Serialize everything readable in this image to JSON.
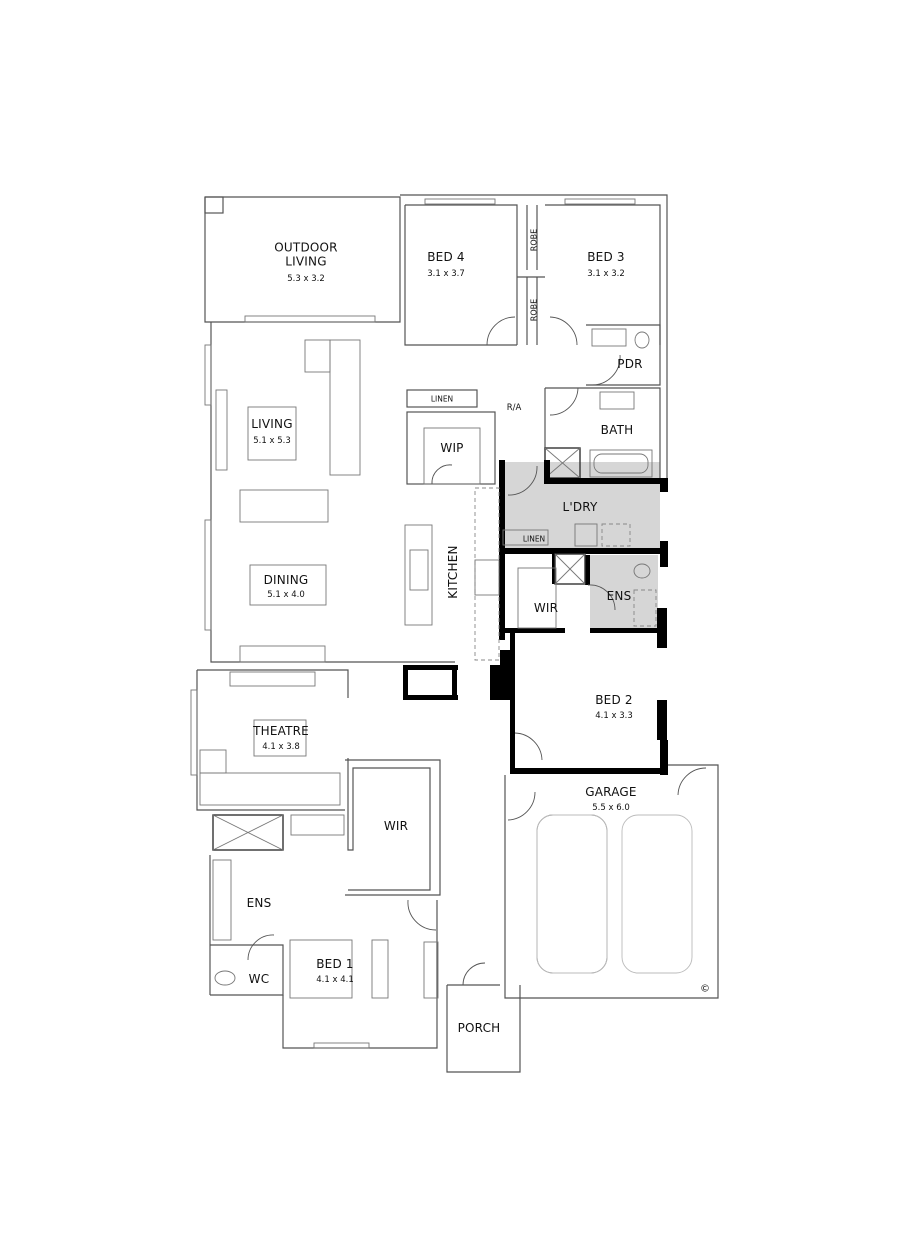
{
  "plan": {
    "rooms": [
      {
        "id": "outdoor-living",
        "name": "OUTDOOR LIVING",
        "line1": "OUTDOOR",
        "line2": "LIVING",
        "dims": "5.3 x 3.2"
      },
      {
        "id": "bed4",
        "name": "BED 4",
        "dims": "3.1 x 3.7"
      },
      {
        "id": "bed3",
        "name": "BED 3",
        "dims": "3.1 x 3.2"
      },
      {
        "id": "robe-upper",
        "name": "ROBE"
      },
      {
        "id": "robe-lower",
        "name": "ROBE"
      },
      {
        "id": "pdr",
        "name": "PDR"
      },
      {
        "id": "linen-upper",
        "name": "LINEN"
      },
      {
        "id": "ra",
        "name": "R/A"
      },
      {
        "id": "bath",
        "name": "BATH"
      },
      {
        "id": "living",
        "name": "LIVING",
        "dims": "5.1 x 5.3"
      },
      {
        "id": "wip",
        "name": "WIP"
      },
      {
        "id": "laundry",
        "name": "L'DRY"
      },
      {
        "id": "linen-lower",
        "name": "LINEN"
      },
      {
        "id": "kitchen",
        "name": "KITCHEN"
      },
      {
        "id": "dining",
        "name": "DINING",
        "dims": "5.1 x 4.0"
      },
      {
        "id": "wir-upper",
        "name": "WIR"
      },
      {
        "id": "ens-upper",
        "name": "ENS"
      },
      {
        "id": "bed2",
        "name": "BED 2",
        "dims": "4.1 x 3.3"
      },
      {
        "id": "theatre",
        "name": "THEATRE",
        "dims": "4.1 x 3.8"
      },
      {
        "id": "garage",
        "name": "GARAGE",
        "dims": "5.5 x 6.0"
      },
      {
        "id": "wir-lower",
        "name": "WIR"
      },
      {
        "id": "ens-lower",
        "name": "ENS"
      },
      {
        "id": "wc",
        "name": "WC"
      },
      {
        "id": "bed1",
        "name": "BED 1",
        "dims": "4.1 x 4.1"
      },
      {
        "id": "porch",
        "name": "PORCH"
      }
    ],
    "copyright_symbol": "©",
    "colors": {
      "walls": "#555555",
      "heavy_walls": "#000000",
      "wet_area_fill": "#d6d6d6",
      "background": "#ffffff"
    }
  }
}
